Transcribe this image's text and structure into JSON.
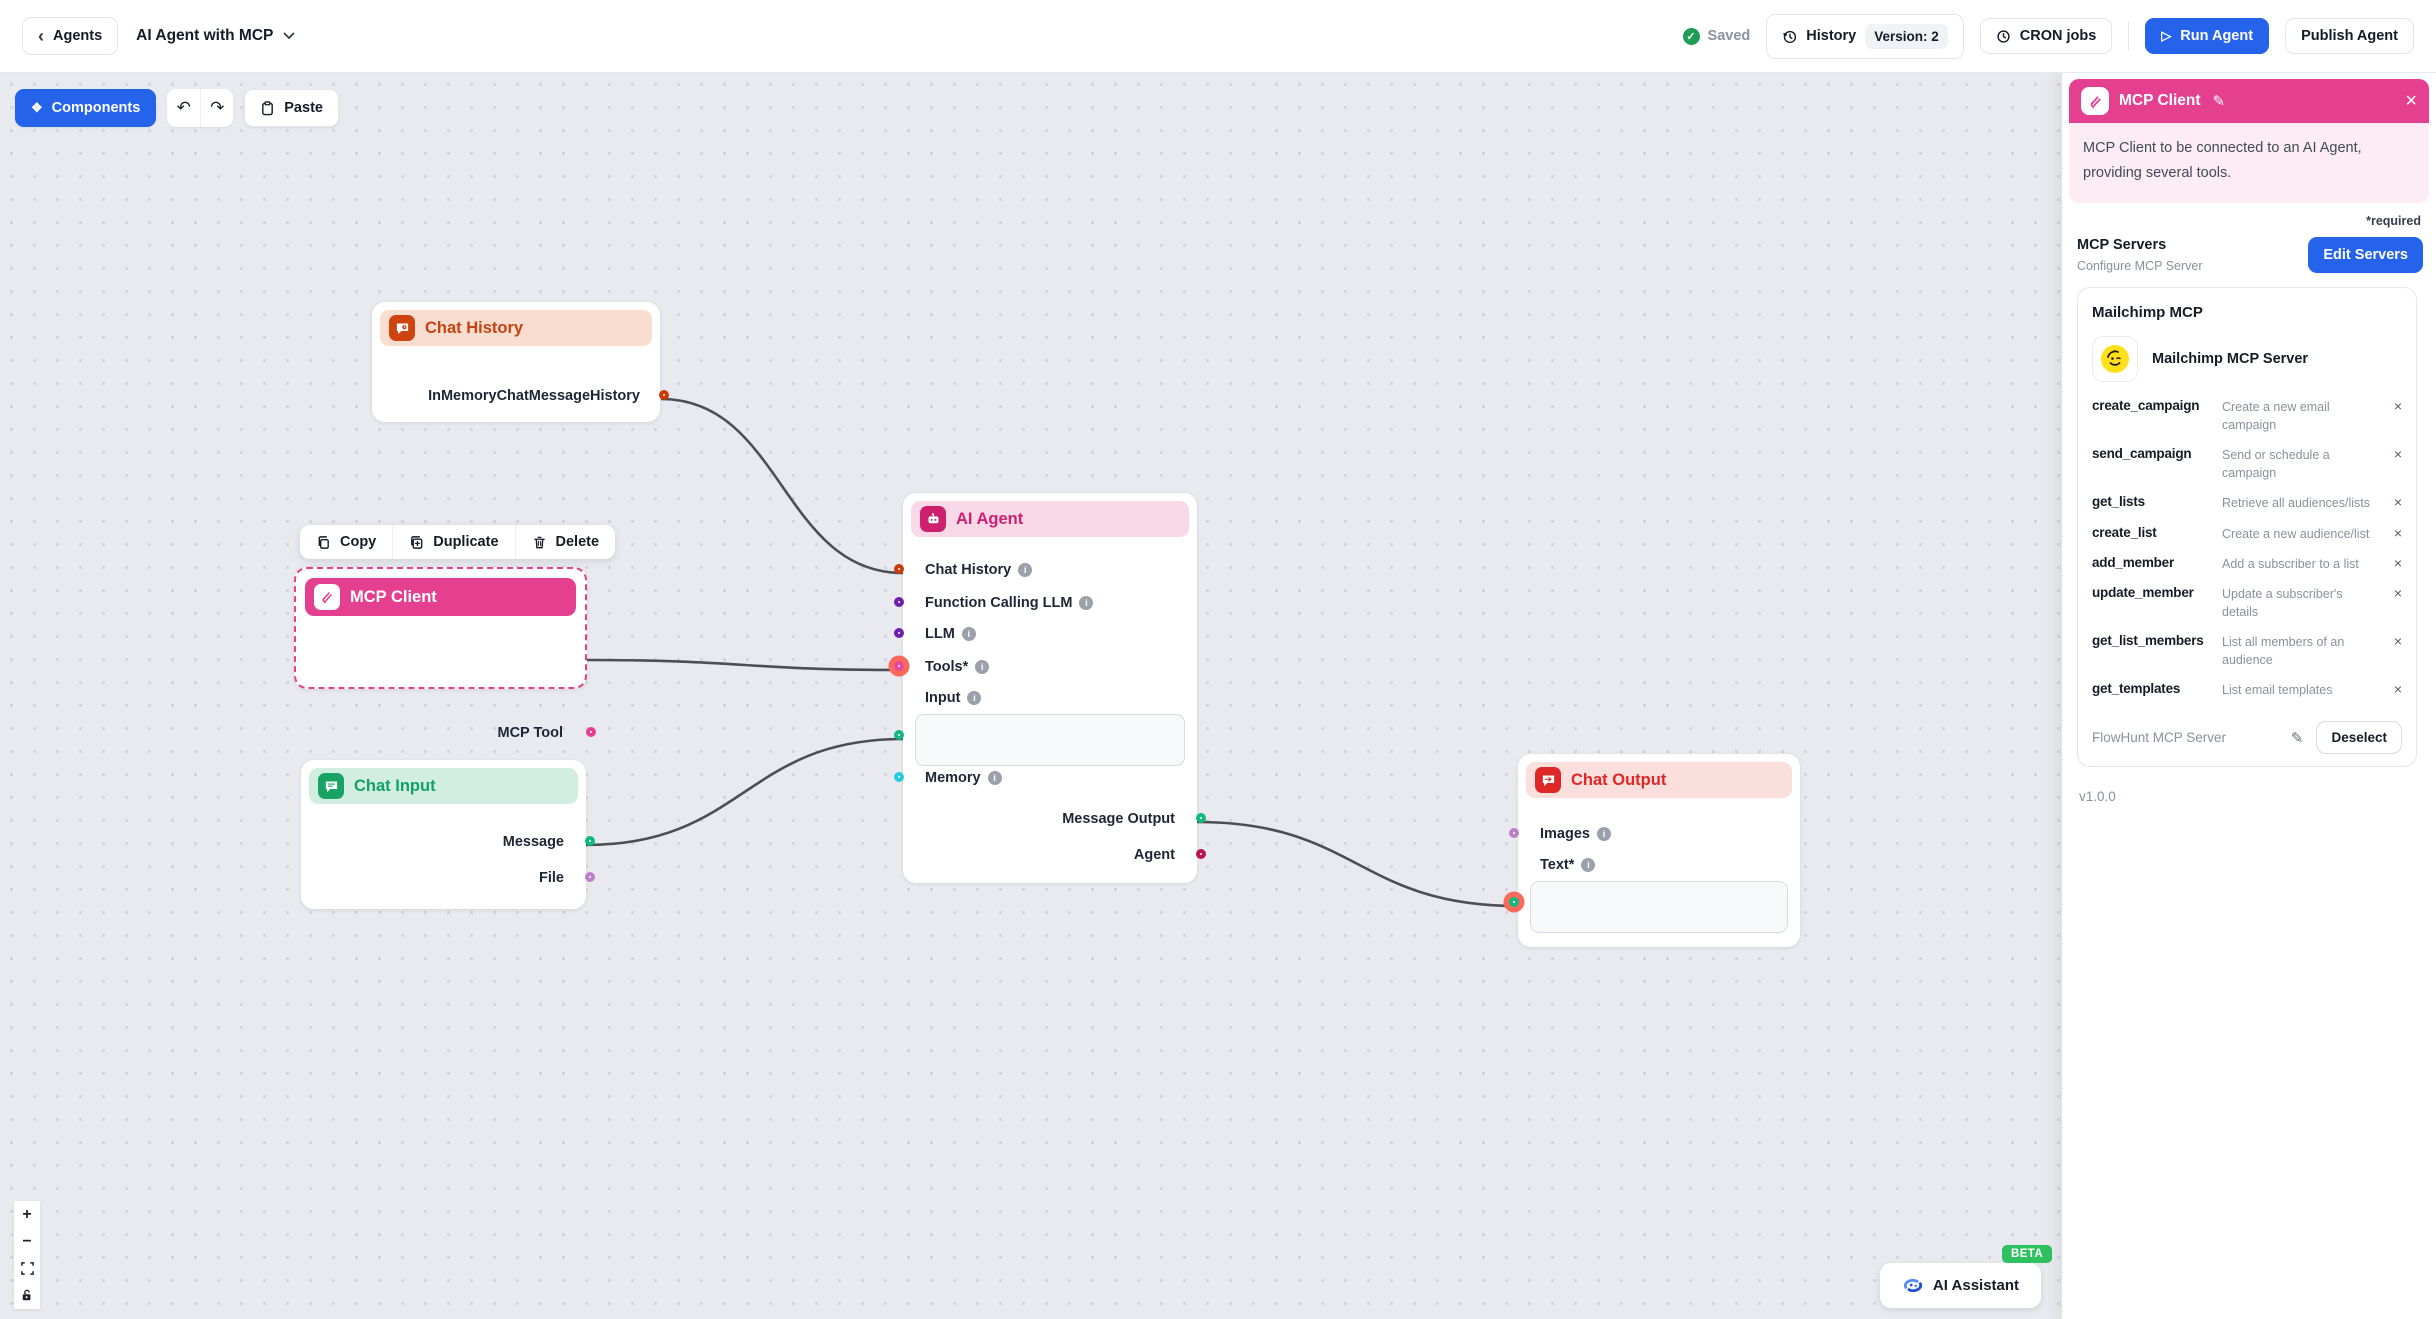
{
  "header": {
    "back_label": "Agents",
    "title": "AI Agent with MCP",
    "saved_label": "Saved",
    "history_label": "History",
    "version_label": "Version: 2",
    "cron_label": "CRON jobs",
    "run_label": "Run Agent",
    "publish_label": "Publish Agent"
  },
  "toolbar": {
    "components_label": "Components",
    "paste_label": "Paste"
  },
  "context_menu": {
    "copy": "Copy",
    "duplicate": "Duplicate",
    "delete": "Delete"
  },
  "nodes": {
    "chat_history": {
      "title": "Chat History",
      "output": "InMemoryChatMessageHistory"
    },
    "mcp_client": {
      "title": "MCP Client",
      "output": "MCP Tool"
    },
    "chat_input": {
      "title": "Chat Input",
      "outputs": [
        "Message",
        "File"
      ]
    },
    "ai_agent": {
      "title": "AI Agent",
      "inputs": [
        "Chat History",
        "Function Calling LLM",
        "LLM",
        "Tools*",
        "Input",
        "Memory"
      ],
      "outputs": [
        "Message Output",
        "Agent"
      ]
    },
    "chat_output": {
      "title": "Chat Output",
      "inputs": [
        "Images",
        "Text*"
      ]
    }
  },
  "panel": {
    "title": "MCP Client",
    "description": "MCP Client to be connected to an AI Agent, providing several tools.",
    "required_label": "*required",
    "servers_label": "MCP Servers",
    "servers_sub": "Configure MCP Server",
    "edit_servers_label": "Edit Servers",
    "card": {
      "heading": "Mailchimp MCP",
      "server_name": "Mailchimp MCP Server",
      "tools": [
        {
          "name": "create_campaign",
          "desc": "Create a new email campaign"
        },
        {
          "name": "send_campaign",
          "desc": "Send or schedule a campaign"
        },
        {
          "name": "get_lists",
          "desc": "Retrieve all audiences/lists"
        },
        {
          "name": "create_list",
          "desc": "Create a new audience/list"
        },
        {
          "name": "add_member",
          "desc": "Add a subscriber to a list"
        },
        {
          "name": "update_member",
          "desc": "Update a subscriber's details"
        },
        {
          "name": "get_list_members",
          "desc": "List all members of an audience"
        },
        {
          "name": "get_templates",
          "desc": "List email templates"
        }
      ],
      "footer_label": "FlowHunt MCP Server",
      "deselect_label": "Deselect"
    },
    "version": "v1.0.0"
  },
  "assistant": {
    "label": "AI Assistant",
    "beta_label": "BETA"
  },
  "colors": {
    "accent_blue": "#2563eb",
    "mcp_pink": "#e5408f",
    "agent_magenta": "#ce206e",
    "input_green": "#12a364",
    "output_red": "#df2727",
    "history_orange": "#c6430f",
    "purple_handle": "#6d21a8",
    "cyan_handle": "#27cbdf",
    "crimson_handle": "#bb1550",
    "orchid_handle": "#bd7fc7",
    "glow_salmon": "#f96a5b",
    "beta_green": "#2fc160",
    "saved_green": "#1f9d55"
  }
}
